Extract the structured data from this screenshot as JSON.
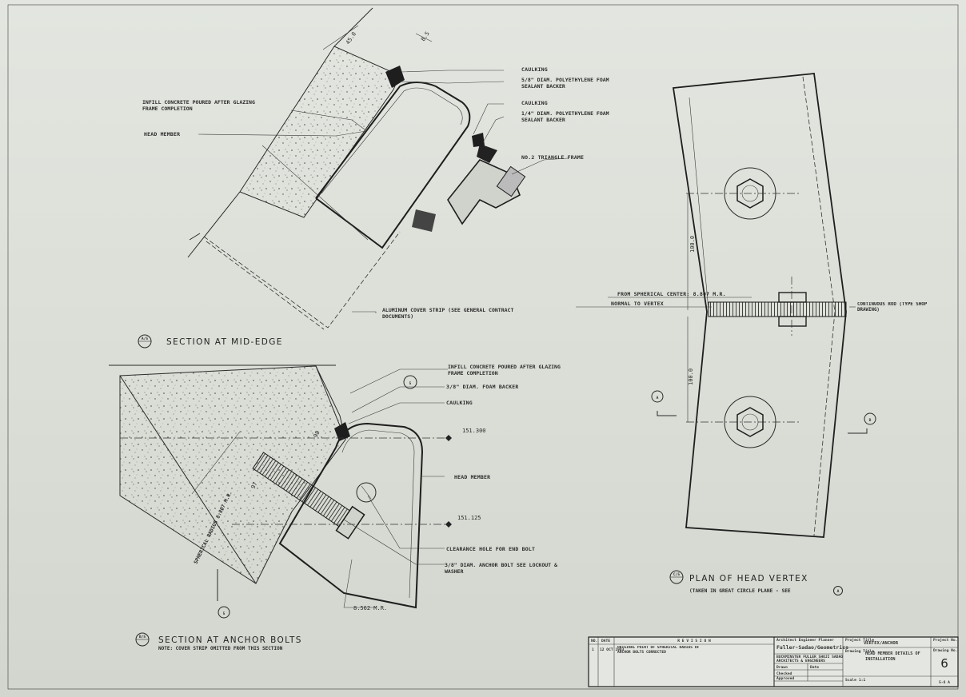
{
  "section_mid_edge": {
    "marker": "A/5",
    "title": "SECTION AT MID-EDGE",
    "dim_thickness": "45.0",
    "dim_gap": "8.5",
    "labels": {
      "caulking_top": "CAULKING",
      "foam_backer_top": "5/8\" DIAM. POLYETHYLENE FOAM SEALANT BACKER",
      "infill": "INFILL CONCRETE POURED AFTER GLAZING FRAME COMPLETION",
      "head_member": "HEAD MEMBER",
      "caulking_mid": "CAULKING",
      "foam_backer_mid": "1/4\" DIAM. POLYETHYLENE FOAM SEALANT BACKER",
      "triangle_frame": "NO.2 TRIANGLE FRAME",
      "cover_strip": "ALUMINUM COVER STRIP (SEE GENERAL CONTRACT DOCUMENTS)"
    }
  },
  "section_anchor_bolts": {
    "marker": "B/5",
    "title": "SECTION AT ANCHOR BOLTS",
    "note": "NOTE: COVER STRIP OMITTED FROM THIS SECTION",
    "dim_spherical": "SPHERICAL RADIUS 8.807 M.R.",
    "dim_97": "97",
    "dim_98": "98",
    "elev_top": "151.300",
    "elev_bottom": "151.125",
    "dim_bottom": "8.562 M.R.",
    "marker_circle": "5",
    "marker_bottom": "5",
    "labels": {
      "infill": "INFILL CONCRETE POURED AFTER GLAZING FRAME COMPLETION",
      "foam_backer": "3/8\" DIAM. FOAM BACKER",
      "caulking": "CAULKING",
      "head_member": "HEAD MEMBER",
      "clearance_hole": "CLEARANCE HOLE FOR END BOLT",
      "anchor_bolt": "3/8\" DIAM. ANCHOR BOLT SEE LOCKOUT & WASHER"
    }
  },
  "plan_head_vertex": {
    "marker": "C/5",
    "title": "PLAN OF HEAD VERTEX",
    "subtitle": "(TAKEN IN GREAT CIRCLE PLANE - SEE",
    "subtitle_ref": "A",
    "dim_top": "100.0",
    "dim_bottom": "100.0",
    "label_spherical": "FROM SPHERICAL CENTER: 8.807 M.R.",
    "label_normal": "NORMAL TO VERTEX",
    "label_continuous": "CONTINUOUS ROD (TYPE SHOP DRAWING)",
    "marker_left": "A",
    "marker_right": "B"
  },
  "title_block": {
    "header_no": "NO.",
    "header_date": "DATE",
    "header_revision": "R E V I S I O N",
    "rev_no": "1",
    "rev_date": "12 OCT 1983",
    "rev_text": "ORIGINAL POINT OF SPHERICAL RADIUS OF ANCHOR BOLTS CORRECTED",
    "architect_label": "Architect Engineer Planner",
    "firm": "Fuller-Sadao/Geometrics",
    "firm_line2": "BUCKMINSTER FULLER SHOJI SADAO",
    "firm_line3": "ARCHITECTS & ENGINEERS",
    "drawn_label": "Drawn",
    "checked_label": "Checked",
    "approved_label": "Approved",
    "date_label": "Date",
    "scale_label": "Scale",
    "scale_value": "1:1",
    "project_label": "Project Title",
    "project_value": "VERTEX/ANCHOR",
    "drawing_label": "Drawing Title",
    "drawing_value": "HEAD MEMBER DETAILS OF INSTALLATION",
    "project_no_label": "Project No.",
    "drawing_no_label": "Drawing No.",
    "drawing_no": "6",
    "sheet_code": "5-6 A"
  }
}
